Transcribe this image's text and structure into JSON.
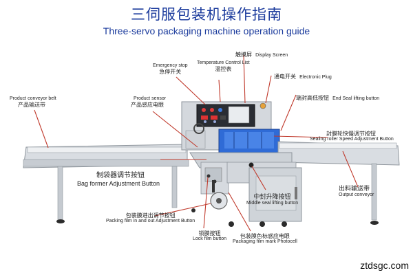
{
  "title": {
    "cn": "三伺服包装机操作指南",
    "en": "Three-servo packaging machine operation guide"
  },
  "labels": {
    "display_screen": {
      "cn": "触摸屏",
      "en": "Display Screen"
    },
    "emergency_stop": {
      "en": "Emergency stop",
      "cn": "急停开关"
    },
    "temperature_control": {
      "en": "Temperature Control List",
      "cn": "温控表"
    },
    "electronic_plug": {
      "cn": "通电开关",
      "en": "Electronic Plug"
    },
    "end_seal_lifting": {
      "cn": "端封高低按钮",
      "en": "End Seal lifting button"
    },
    "product_conveyor": {
      "en": "Product conveyor belt",
      "cn": "产品输送带"
    },
    "product_sensor": {
      "en": "Product sensor",
      "cn": "产品感应电眼"
    },
    "sealing_roller": {
      "cn": "封膜轮快慢调节按钮",
      "en": "Sealing roller Speed Adjustment Button"
    },
    "bag_former": {
      "cn": "制袋器调节按钮",
      "en": "Bag former Adjustment Button"
    },
    "middle_seal": {
      "cn": "中封升降按钮",
      "en": "Middle seal lifting button"
    },
    "output_conveyor": {
      "cn": "出料输送带",
      "en": "Output conveyor"
    },
    "packing_film": {
      "cn": "包装膜进出调节按钮",
      "en": "Packing film in and out Adjustment Button"
    },
    "lock_film": {
      "cn": "锁膜按钮",
      "en": "Lock film button"
    },
    "film_photocell": {
      "cn": "包装膜色标感应电眼",
      "en": "Packaging film mark Photocell"
    }
  },
  "watermark": "ztdsgc.com",
  "colors": {
    "title": "#1a3a9c",
    "leader": "#c0392b",
    "frame": "#b9bec5",
    "cover": "#2f6bd6"
  }
}
